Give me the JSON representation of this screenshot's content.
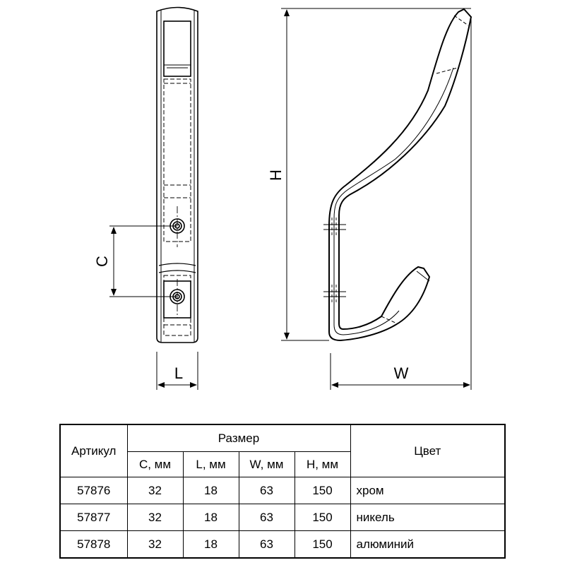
{
  "dimensions": {
    "c_label": "C",
    "l_label": "L",
    "h_label": "H",
    "w_label": "W"
  },
  "table": {
    "article_header": "Артикул",
    "size_header": "Размер",
    "color_header": "Цвет",
    "size_columns": [
      "C, мм",
      "L, мм",
      "W, мм",
      "H, мм"
    ],
    "rows": [
      {
        "article": "57876",
        "c": "32",
        "l": "18",
        "w": "63",
        "h": "150",
        "color": "хром"
      },
      {
        "article": "57877",
        "c": "32",
        "l": "18",
        "w": "63",
        "h": "150",
        "color": "никель"
      },
      {
        "article": "57878",
        "c": "32",
        "l": "18",
        "w": "63",
        "h": "150",
        "color": "алюминий"
      }
    ]
  }
}
